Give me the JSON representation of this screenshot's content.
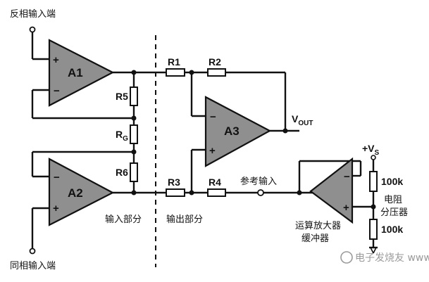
{
  "labels": {
    "inverting_input": "反相输入端",
    "noninverting_input": "同相输入端",
    "input_section": "输入部分",
    "output_section": "输出部分",
    "reference_input": "参考输入",
    "buffer_line1": "运算放大器",
    "buffer_line2": "缓冲器",
    "divider_line1": "电阻",
    "divider_line2": "分压器",
    "vout_main": "V",
    "vout_sub": "OUT",
    "vs_main": "+V",
    "vs_sub": "S"
  },
  "amplifiers": {
    "a1": "A1",
    "a2": "A2",
    "a3": "A3"
  },
  "resistors": {
    "r1": "R1",
    "r2": "R2",
    "r3": "R3",
    "r4": "R4",
    "r5": "R5",
    "r6": "R6",
    "rg_main": "R",
    "rg_sub": "G",
    "divider_top": "100k",
    "divider_bottom": "100k"
  },
  "signs": {
    "plus": "+",
    "minus": "−"
  },
  "watermark": "电子发烧友 www.elecfans.com"
}
